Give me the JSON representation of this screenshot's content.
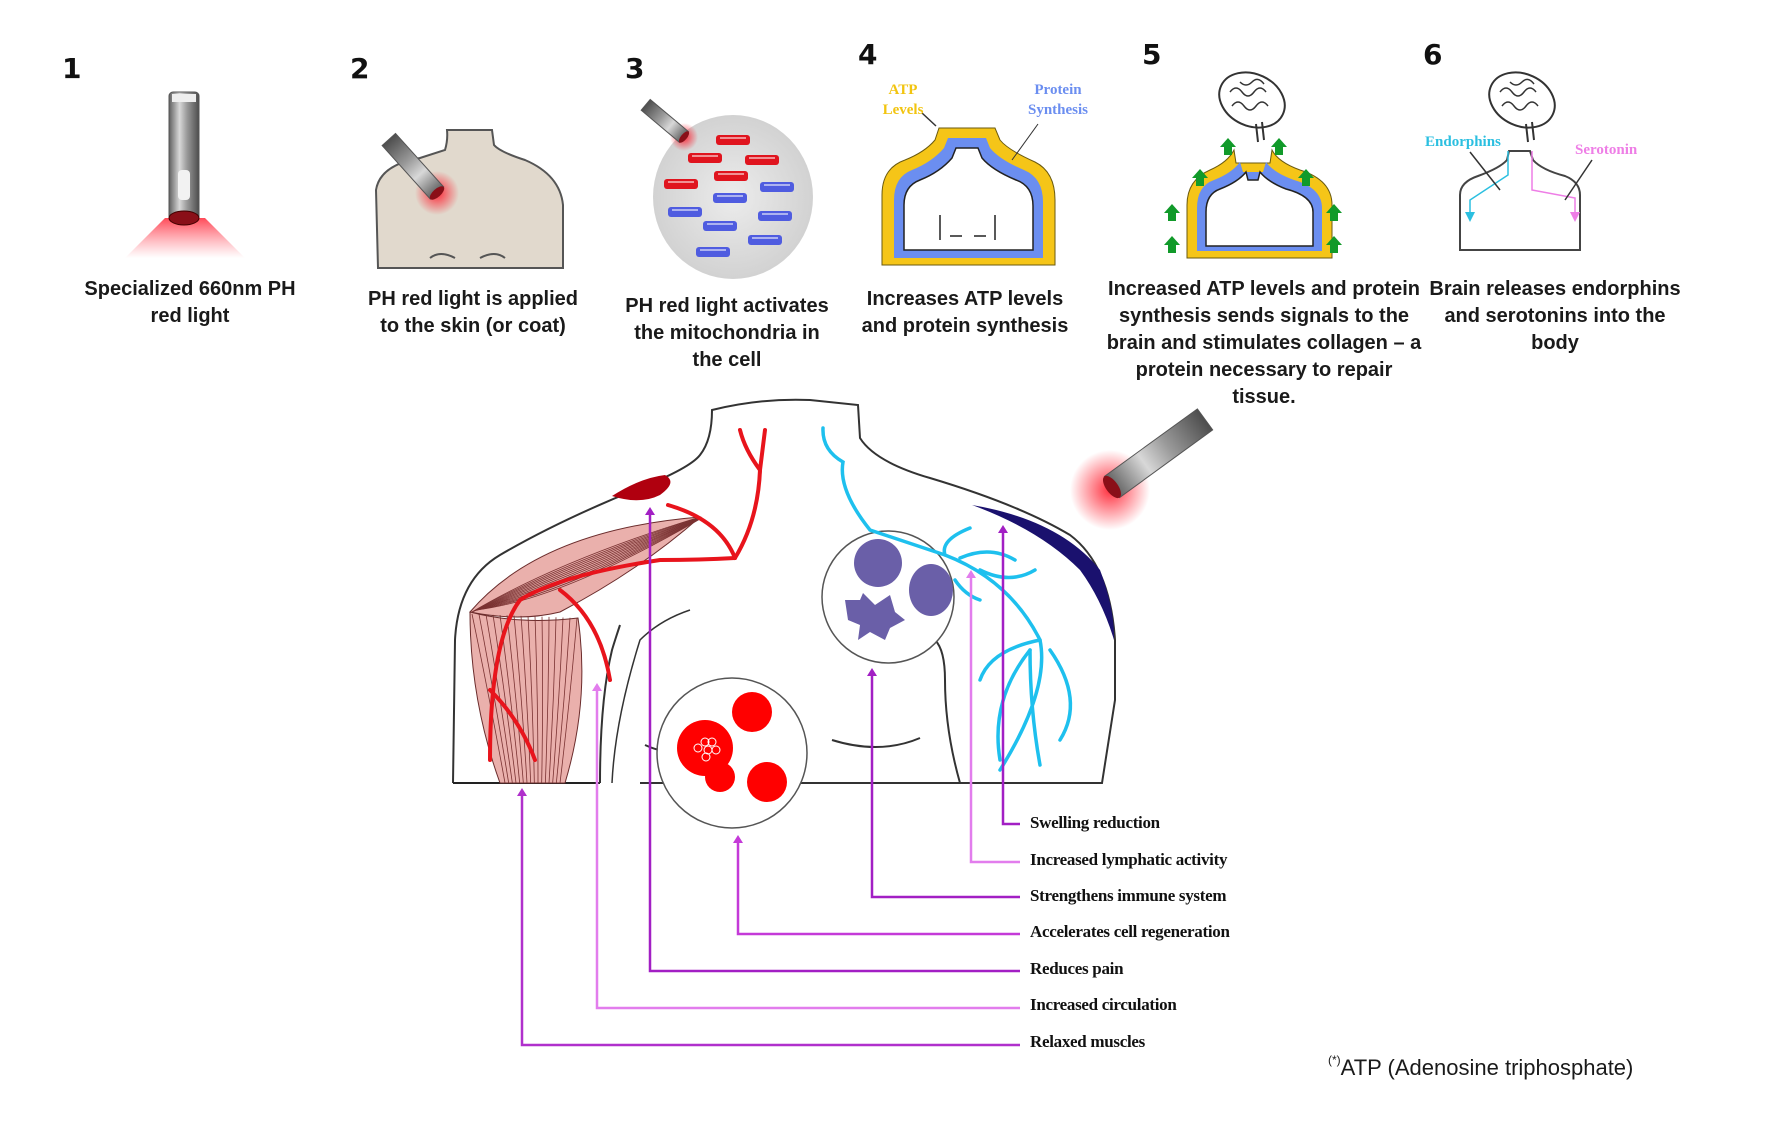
{
  "steps": [
    {
      "number": "1",
      "caption": "Specialized 660nm PH\nred light"
    },
    {
      "number": "2",
      "caption": "PH red light is applied\nto the skin (or coat)"
    },
    {
      "number": "3",
      "caption": "PH red light activates\nthe mitochondria in\nthe cell"
    },
    {
      "number": "4",
      "caption": "Increases ATP levels\nand protein synthesis",
      "labels": {
        "atp": "ATP\nLevels",
        "protein": "Protein\nSynthesis"
      }
    },
    {
      "number": "5",
      "caption": "Increased ATP levels and protein\nsynthesis sends signals to the\nbrain and stimulates collagen – a\nprotein necessary to repair\ntissue."
    },
    {
      "number": "6",
      "caption": "Brain releases endorphins\nand serotonins into the\nbody",
      "labels": {
        "endorphins": "Endorphins",
        "serotonin": "Serotonin"
      }
    }
  ],
  "benefits": [
    {
      "label": "Swelling reduction",
      "line_color": "#a21fc4"
    },
    {
      "label": "Increased lymphatic activity",
      "line_color": "#e27ded"
    },
    {
      "label": "Strengthens immune system",
      "line_color": "#a21fc4"
    },
    {
      "label": "Accelerates cell regeneration",
      "line_color": "#c43ad8"
    },
    {
      "label": "Reduces pain",
      "line_color": "#a21fc4"
    },
    {
      "label": "Increased circulation",
      "line_color": "#e27ded"
    },
    {
      "label": "Relaxed muscles",
      "line_color": "#b030cc"
    }
  ],
  "footnote": {
    "marker": "(*)",
    "text": "ATP (Adenosine triphosphate)"
  },
  "colors": {
    "red_light": "#e0141e",
    "atp_yellow": "#f5c518",
    "protein_blue": "#6b8ef0",
    "lymph_cyan": "#1ec0ee",
    "immune_purple": "#6a5fa8",
    "endorphin_cyan": "#2bbfe0",
    "serotonin_pink": "#ee7ee6",
    "collagen_green": "#119a2a"
  }
}
